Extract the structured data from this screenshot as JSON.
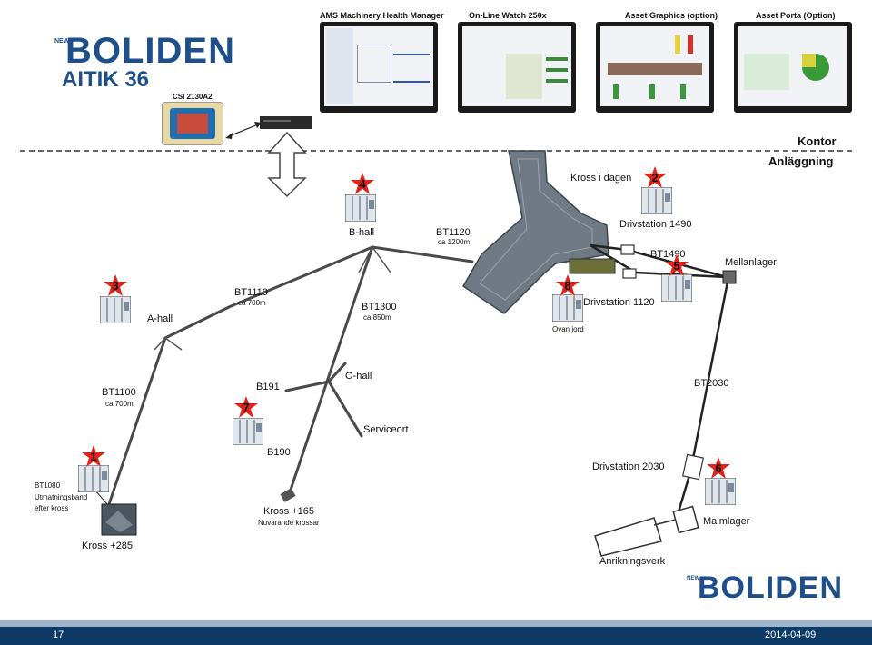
{
  "header": {
    "logo_new": "NEW",
    "logo_word": "BOLIDEN",
    "site": "AITIK 36"
  },
  "device": {
    "label": "CSI 2130A2"
  },
  "monitors": [
    {
      "title": "AMS Machinery Health Manager"
    },
    {
      "title": "On-Line Watch 250x"
    },
    {
      "title": "Asset Graphics (option)"
    },
    {
      "title": "Asset Porta (Option)"
    }
  ],
  "zones": {
    "office": "Kontor",
    "plant": "Anläggning"
  },
  "conveyors": [
    {
      "name": "BT1120",
      "length": "ca 1200m"
    },
    {
      "name": "BT1110",
      "length": "ca 700m"
    },
    {
      "name": "BT1300",
      "length": "ca 850m"
    },
    {
      "name": "BT1100",
      "length": "ca 700m"
    },
    {
      "name": "BT1490",
      "length": ""
    },
    {
      "name": "BT2030",
      "length": ""
    },
    {
      "name": "B191",
      "length": ""
    },
    {
      "name": "B190",
      "length": ""
    }
  ],
  "locations": {
    "b_hall": "B-hall",
    "a_hall": "A-hall",
    "o_hall": "O-hall",
    "serviceort": "Serviceort",
    "kross_dagen": "Kross i dagen",
    "drivstation_1490": "Drivstation 1490",
    "drivstation_1120": "Drivstation 1120",
    "drivstation_2030": "Drivstation 2030",
    "mellanlager": "Mellanlager",
    "malmlager": "Malmlager",
    "anrikningsverk": "Anrikningsverk",
    "ovan_jord": "Ovan jord",
    "kross_285": "Kross +285",
    "kross_165": "Kross +165",
    "nuvarande": "Nuvarande krossar",
    "bt1080": "BT1080",
    "utmatning": "Utmatningsband",
    "efter_kross": "efter kross"
  },
  "stations": [
    "1",
    "2",
    "3",
    "4",
    "5",
    "6",
    "7",
    "8"
  ],
  "footer": {
    "page": "17",
    "date": "2014-04-09"
  },
  "colors": {
    "brand_blue": "#1f4f8a",
    "badge_red": "#e2231a",
    "footer": "#0d3a66"
  }
}
